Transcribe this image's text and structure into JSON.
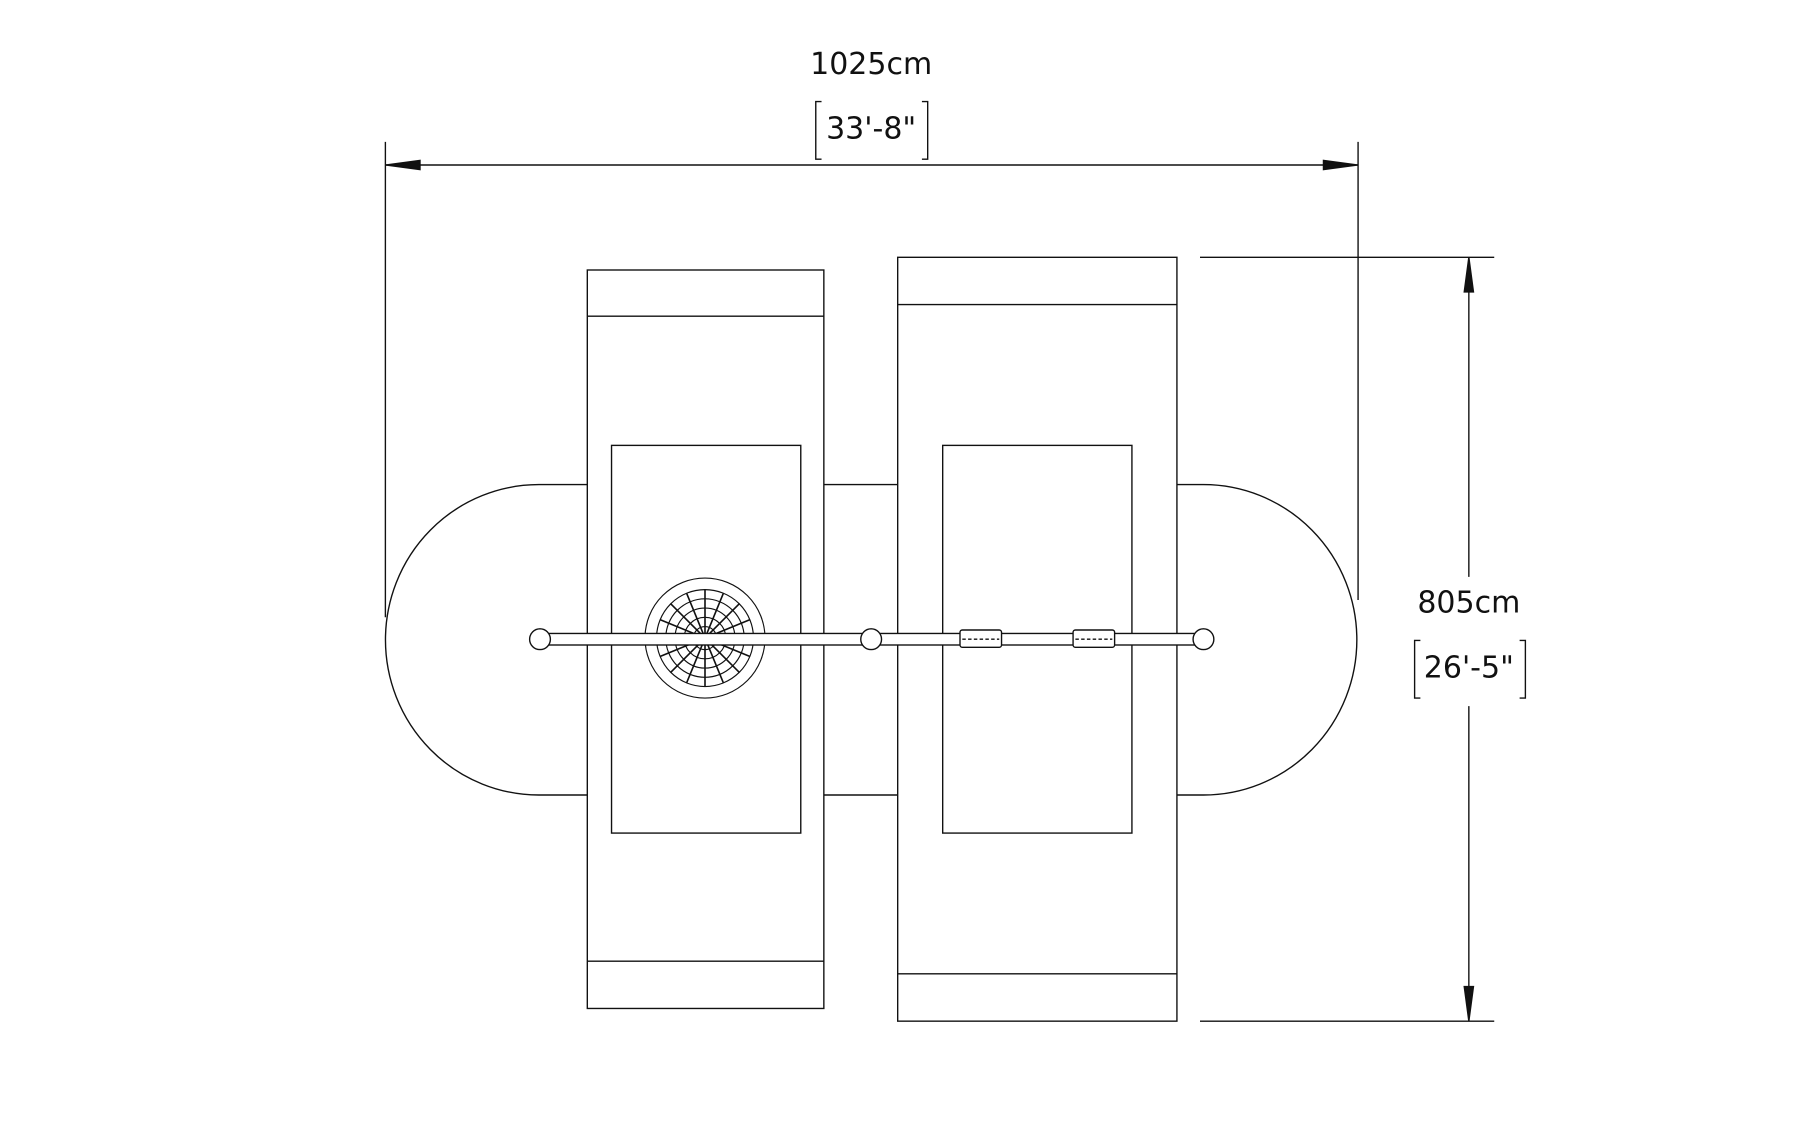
{
  "dimensions": {
    "width_metric": "1025cm",
    "width_imperial": "33'-8\"",
    "depth_metric": "805cm",
    "depth_imperial": "26'-5\""
  },
  "colors": {
    "line": "#111111",
    "background": "#ffffff"
  }
}
